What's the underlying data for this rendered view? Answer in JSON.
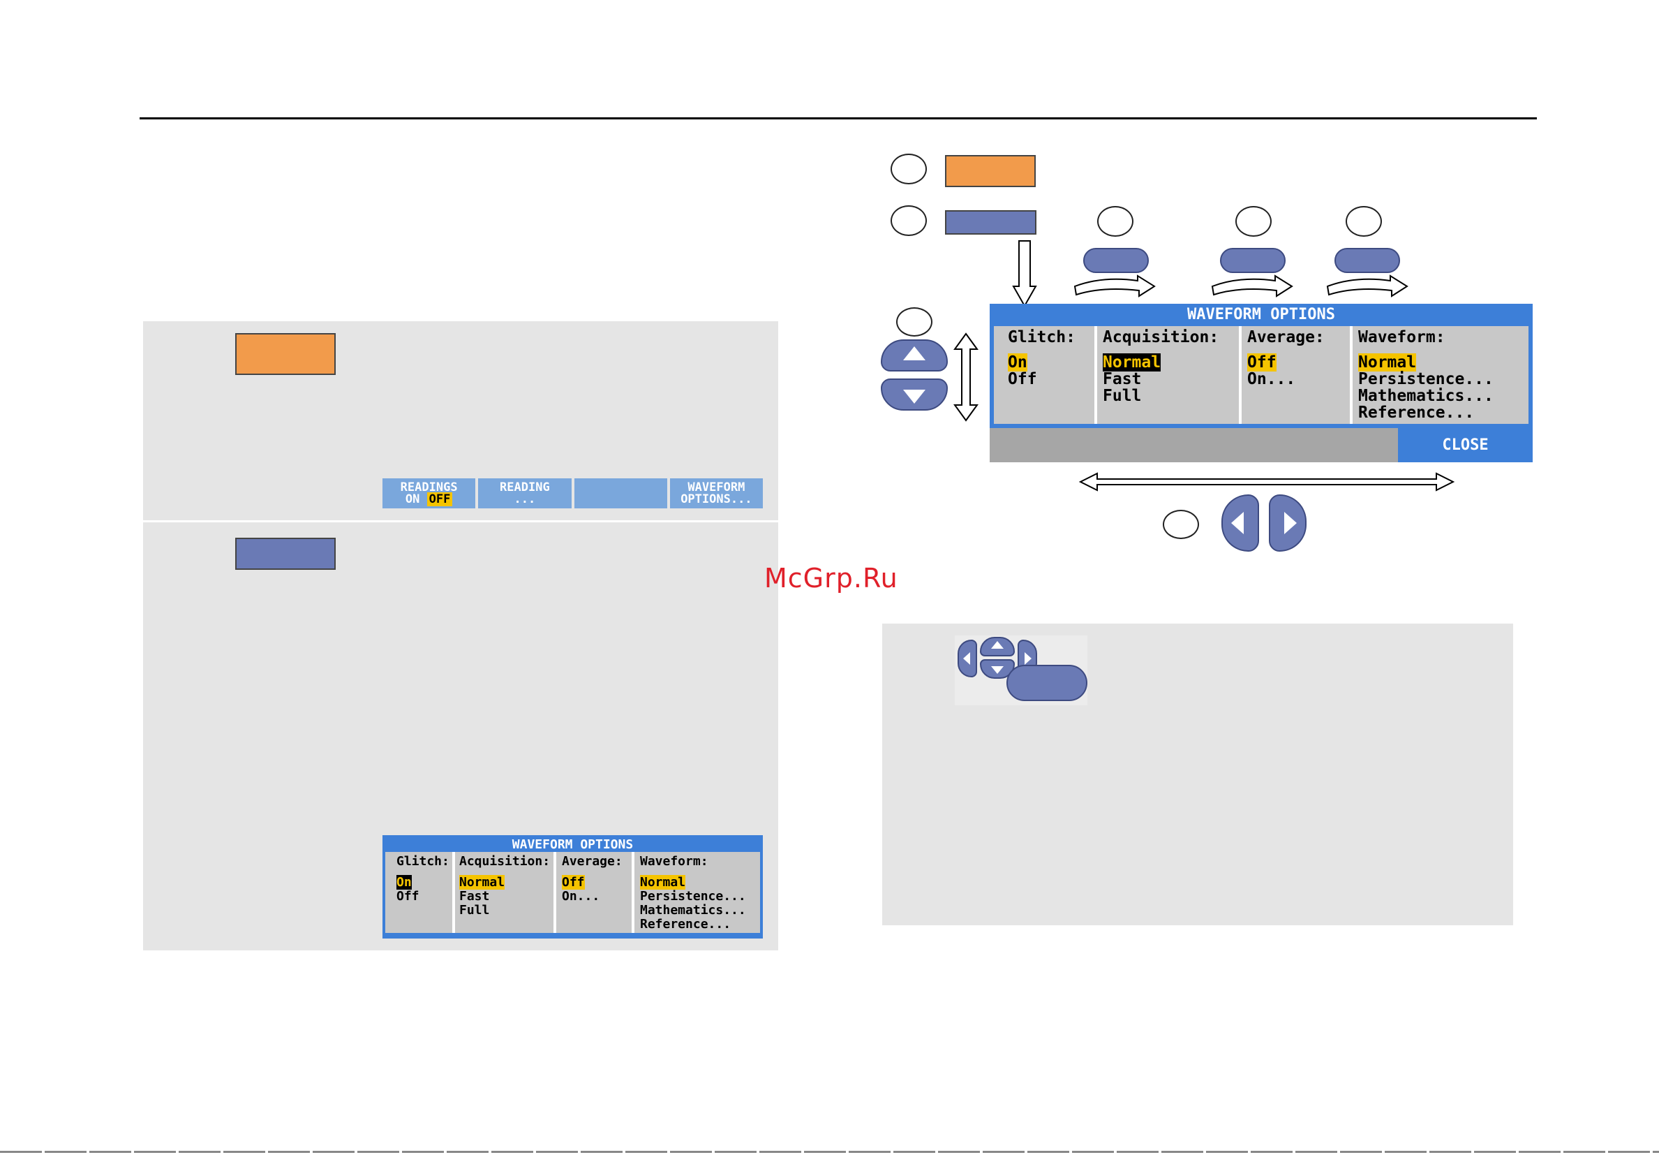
{
  "watermark": "McGrp.Ru",
  "softkeys": {
    "k1_l1": "READINGS",
    "k1_on": "ON",
    "k1_off": "OFF",
    "k2_l1": "READING",
    "k2_l2": "...",
    "k3": "",
    "k4_l1": "WAVEFORM",
    "k4_l2": "OPTIONS..."
  },
  "menu": {
    "title": "WAVEFORM OPTIONS",
    "glitch": {
      "header": "Glitch:",
      "on": "On",
      "off": "Off"
    },
    "acquisition": {
      "header": "Acquisition:",
      "normal": "Normal",
      "fast": "Fast",
      "full": "Full"
    },
    "average": {
      "header": "Average:",
      "off": "Off",
      "on": "On..."
    },
    "waveform": {
      "header": "Waveform:",
      "normal": "Normal",
      "persistence": "Persistence...",
      "mathematics": "Mathematics...",
      "reference": "Reference..."
    },
    "close": "CLOSE"
  },
  "colors": {
    "orange_key": "#f29b4b",
    "blue_key": "#6a7ab5",
    "menu_title": "#3d7fd8",
    "menu_body": "#c8c8c8",
    "softkey": "#7aa7dc",
    "highlight": "#f5c400",
    "panel": "#e5e5e5"
  },
  "icons": [
    "up-arrow-icon",
    "down-arrow-icon",
    "left-arrow-icon",
    "right-arrow-icon",
    "double-arrow-icon",
    "curved-arrow-icon"
  ]
}
